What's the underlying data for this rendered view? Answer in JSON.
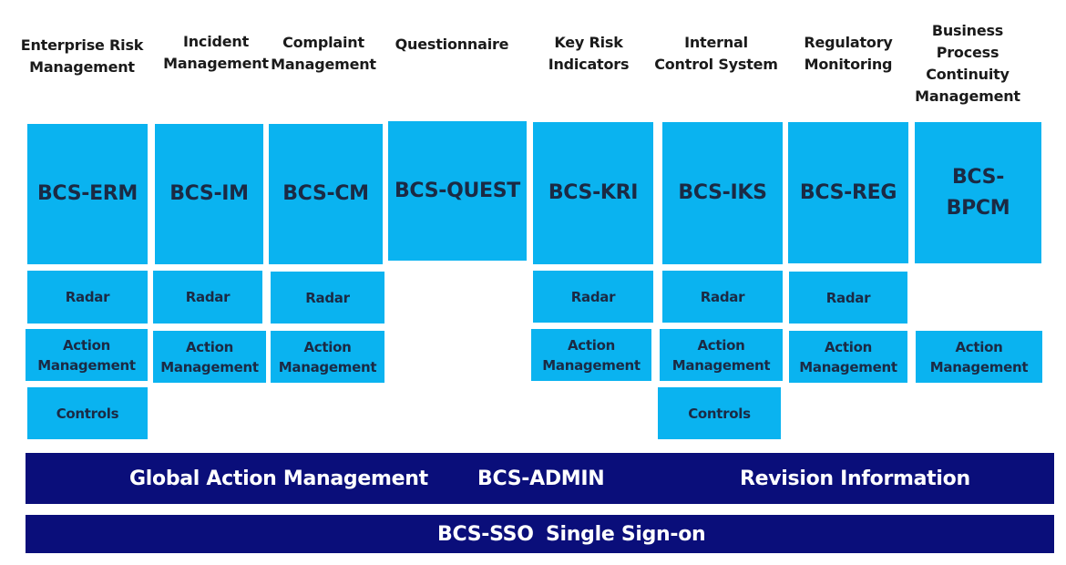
{
  "headers": {
    "erm": "Enterprise Risk\nManagement",
    "im": "Incident\nManagement",
    "cm": "Complaint\nManagement",
    "quest": "Questionnaire",
    "kri": "Key Risk\nIndicators",
    "iks": "Internal\nControl System",
    "reg": "Regulatory\nMonitoring",
    "bpcm": "Business\nProcess\nContinuity\nManagement"
  },
  "modules": {
    "erm": "BCS-ERM",
    "im": "BCS-IM",
    "cm": "BCS-CM",
    "quest": "BCS-QUEST",
    "kri": "BCS-KRI",
    "iks": "BCS-IKS",
    "reg": "BCS-REG",
    "bpcm": "BCS-\nBPCM"
  },
  "components": {
    "radar": "Radar",
    "action_management": "Action\nManagement",
    "controls": "Controls"
  },
  "admin_bar": {
    "global_action": "Global Action Management",
    "admin": "BCS-ADMIN",
    "revision": "Revision Information"
  },
  "sso_bar": {
    "sso": "BCS-SSO",
    "single_sign_on": "Single Sign-on"
  },
  "colors": {
    "module_blue": "#0ab3f0",
    "bar_navy": "#0a0e7a",
    "text_dark": "#1b2a44"
  }
}
